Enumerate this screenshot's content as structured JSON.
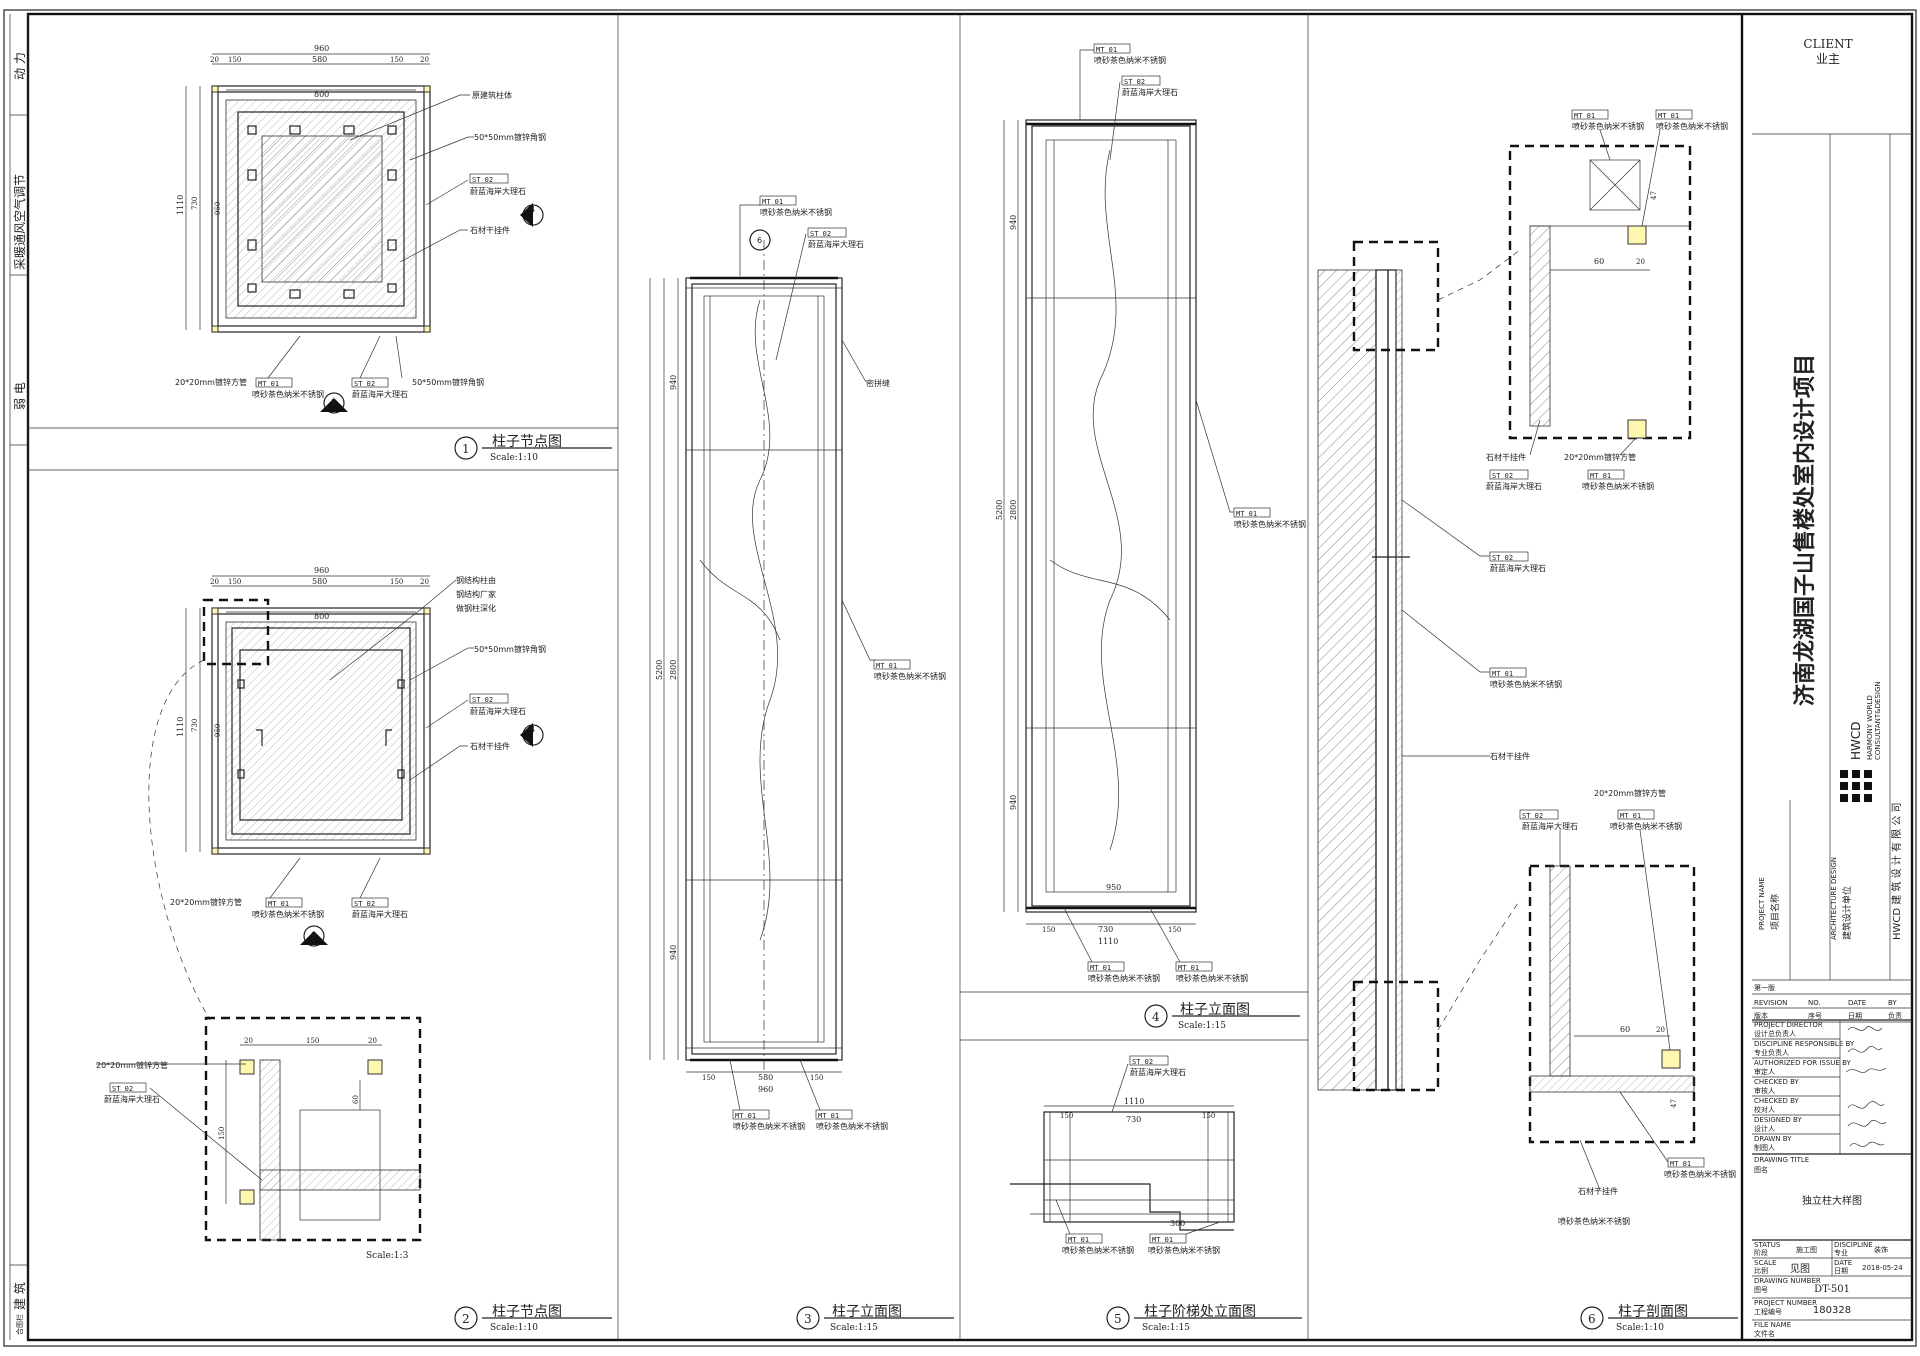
{
  "side_labels": [
    "动 力",
    "采暖通风空气调节",
    "弱 电",
    "建 筑",
    "合图栏"
  ],
  "tags": {
    "mt01": "MT 01",
    "st02": "ST 02",
    "mt01_text": "喷砂茶色纳米不锈钢",
    "st02_text": "蔚蓝海岸大理石"
  },
  "notes": {
    "building_column": "原建筑柱体",
    "angle_steel": "50*50mm镀锌角钢",
    "stone_hanger": "石材干挂件",
    "square_tube": "20*20mm镀锌方管",
    "steel_col_1": "钢结构柱由",
    "steel_col_2": "钢结构厂家",
    "steel_col_3": "做钢柱深化",
    "seam": "密拼缝"
  },
  "dims": {
    "w960": "960",
    "w800": "800",
    "w580": "580",
    "w150": "150",
    "w20": "20",
    "h1110": "1110",
    "h730": "730",
    "h950": "950",
    "e5200": "5200",
    "e2800": "2800",
    "e940": "940",
    "e300": "300",
    "e60": "60",
    "w1110": "1110",
    "w730": "730",
    "w60": "60",
    "w47": "47"
  },
  "drawings": [
    {
      "num": "1",
      "title": "柱子节点图",
      "scale": "Scale:1:10"
    },
    {
      "num": "2",
      "title": "柱子节点图",
      "scale": "Scale:1:10"
    },
    {
      "num": "3",
      "title": "柱子立面图",
      "scale": "Scale:1:15"
    },
    {
      "num": "4",
      "title": "柱子立面图",
      "scale": "Scale:1:15"
    },
    {
      "num": "5",
      "title": "柱子阶梯处立面图",
      "scale": "Scale:1:15"
    },
    {
      "num": "6",
      "title": "柱子剖面图",
      "scale": "Scale:1:10"
    }
  ],
  "detail_scale": "Scale:1:3",
  "section_marks": {
    "s3": "3",
    "s4": "4",
    "s6": "6"
  },
  "title_block": {
    "client_en": "CLIENT",
    "client_cn": "业主",
    "project_title": "济南龙湖国子山售楼处室内设计项目",
    "project_name_en": "PROJECT NAME",
    "project_name_cn": "项目名称",
    "arch_design_en": "ARCHITECTURE DESIGN",
    "arch_design_cn": "建筑设计单位",
    "hwcd": "HWCD",
    "hwcd_sub1": "HARMONY WORLD",
    "hwcd_sub2": "CONSULTANT&DESIGN",
    "company": "HWCD 建 筑 设 计 有 限 公 司",
    "first_edition": "第一版",
    "revision": "REVISION",
    "no": "NO.",
    "date": "DATE",
    "by": "BY",
    "version": "版本",
    "seq": "序号",
    "date_cn": "日期",
    "resp": "负责",
    "roles": [
      {
        "en": "PROJECT DIRECTOR",
        "cn": "设计总负责人"
      },
      {
        "en": "DISCIPLINE RESPONSIBLE BY",
        "cn": "专业负责人"
      },
      {
        "en": "AUTHORIZED FOR ISSUE BY",
        "cn": "审定人"
      },
      {
        "en": "CHECKED BY",
        "cn": "审核人"
      },
      {
        "en": "CHECKED BY",
        "cn": "校对人"
      },
      {
        "en": "DESIGNED BY",
        "cn": "设计人"
      },
      {
        "en": "DRAWN BY",
        "cn": "制图人"
      }
    ],
    "drawing_title_en": "DRAWING TITLE",
    "drawing_title_cn": "图名",
    "drawing_title": "独立柱大样图",
    "status_en": "STATUS",
    "status_cn": "阶段",
    "status_val": "施工图",
    "discipline_en": "DISCIPLINE",
    "discipline_cn": "专业",
    "discipline_val": "装饰",
    "scale_en": "SCALE",
    "scale_cn": "比例",
    "scale_val": "见图",
    "date_en": "DATE",
    "date_cn2": "日期",
    "date_val": "2018-05-24",
    "drawing_number_en": "DRAWING NUMBER",
    "drawing_number_cn": "图号",
    "drawing_number": "DT-501",
    "project_number_en": "PROJECT NUMBER",
    "project_number_cn": "工程编号",
    "project_number": "180328",
    "file_name_en": "FILE NAME",
    "file_name_cn": "文件名"
  }
}
